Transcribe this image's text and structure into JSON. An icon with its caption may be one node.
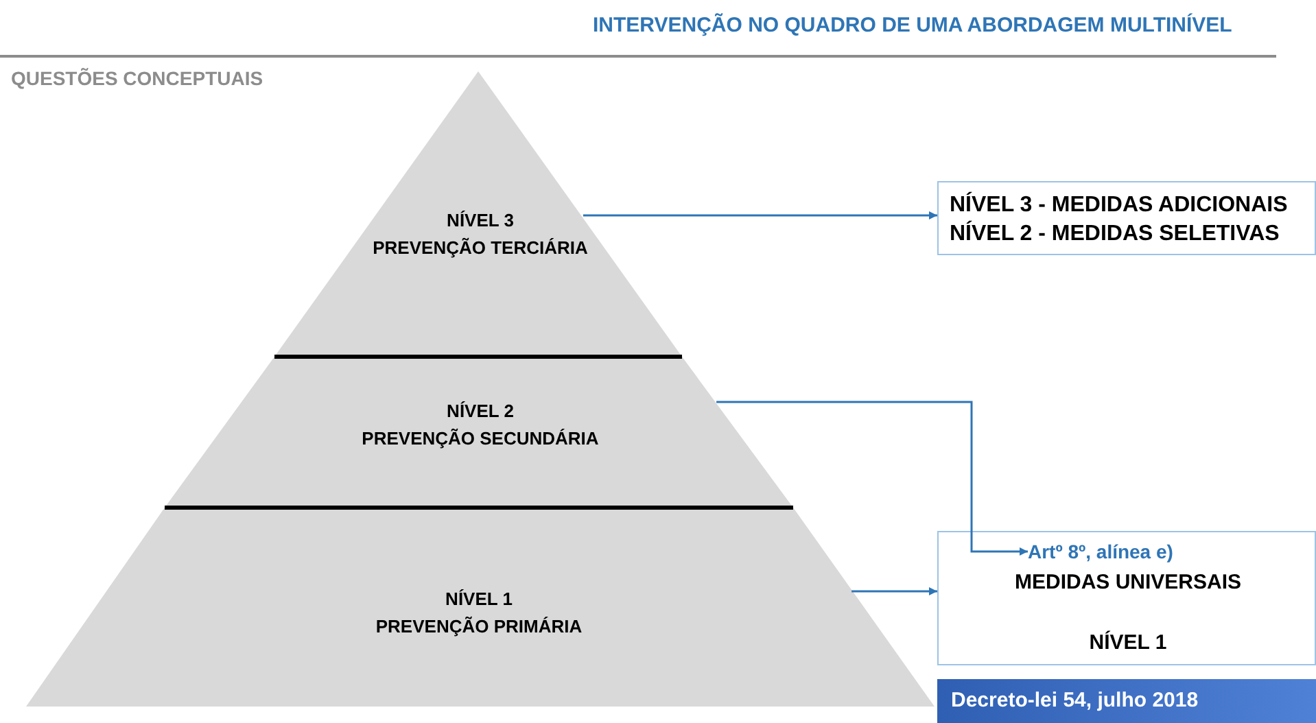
{
  "diagram": {
    "title": "INTERVENÇÃO NO QUADRO DE UMA ABORDAGEM MULTINÍVEL",
    "nodes": [
      {
        "text": [
          "NÍVEL 3",
          "PREVENÇÃO TERCIÁRIA"
        ]
      },
      {
        "text": [
          "NÍVEL 2",
          "PREVENÇÃO SECUNDÁRIA"
        ]
      },
      {
        "text": [
          "NÍVEL 1",
          "PREVENÇÃO PRIMÁRIA"
        ]
      },
      {
        "text": [
          "NÍVEL 3 - MEDIDAS ADICIONAIS",
          "NÍVEL 2 - MEDIDAS SELETIVAS"
        ]
      },
      {
        "text": [
          "MEDIDAS UNIVERSAIS",
          "NÍVEL 1"
        ]
      },
      {
        "text": [
          "Artº 8º, alínea e)"
        ],
        "in": 4
      },
      {
        "text": [
          "Decreto-lei 54, julho 2018"
        ]
      }
    ],
    "edges": [
      {
        "from": 0,
        "to": 3,
        "arrow": "to"
      },
      {
        "from": 1,
        "to": 5,
        "arrow": "to"
      },
      {
        "from": 2,
        "to": 4,
        "arrow": "to"
      }
    ],
    "labels": [
      "QUESTÕES CONCEPTUAIS"
    ]
  }
}
